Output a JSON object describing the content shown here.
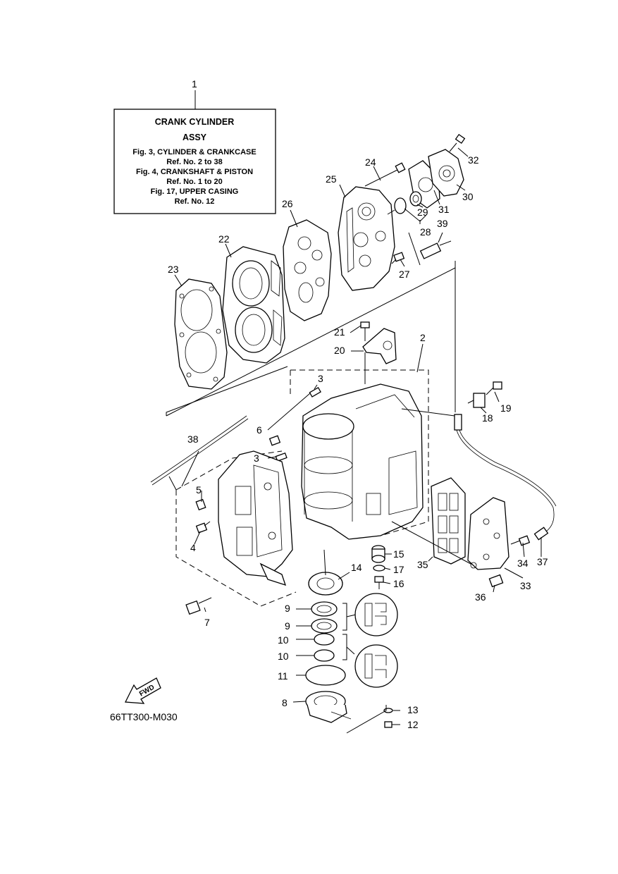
{
  "assy_box": {
    "ref": "1",
    "title_line1": "CRANK CYLINDER",
    "title_line2": "ASSY",
    "lines": [
      "Fig. 3, CYLINDER & CRANKCASE",
      "Ref. No. 2 to 38",
      "Fig. 4, CRANKSHAFT & PISTON",
      "Ref. No. 1 to 20",
      "Fig. 17, UPPER CASING",
      "Ref. No. 12"
    ]
  },
  "labels": {
    "p2": "2",
    "p3a": "3",
    "p3b": "3",
    "p4": "4",
    "p5": "5",
    "p6": "6",
    "p7": "7",
    "p8": "8",
    "p9a": "9",
    "p9b": "9",
    "p10a": "10",
    "p10b": "10",
    "p11": "11",
    "p12": "12",
    "p13": "13",
    "p14": "14",
    "p15": "15",
    "p16": "16",
    "p17": "17",
    "p18": "18",
    "p19": "19",
    "p20": "20",
    "p21": "21",
    "p22": "22",
    "p23": "23",
    "p24": "24",
    "p25": "25",
    "p26": "26",
    "p27": "27",
    "p28": "28",
    "p29": "29",
    "p30": "30",
    "p31": "31",
    "p32": "32",
    "p33": "33",
    "p34": "34",
    "p35": "35",
    "p36": "36",
    "p37": "37",
    "p38": "38",
    "p39": "39"
  },
  "fwd": "FWD",
  "drawing_code": "66TT300-M030"
}
